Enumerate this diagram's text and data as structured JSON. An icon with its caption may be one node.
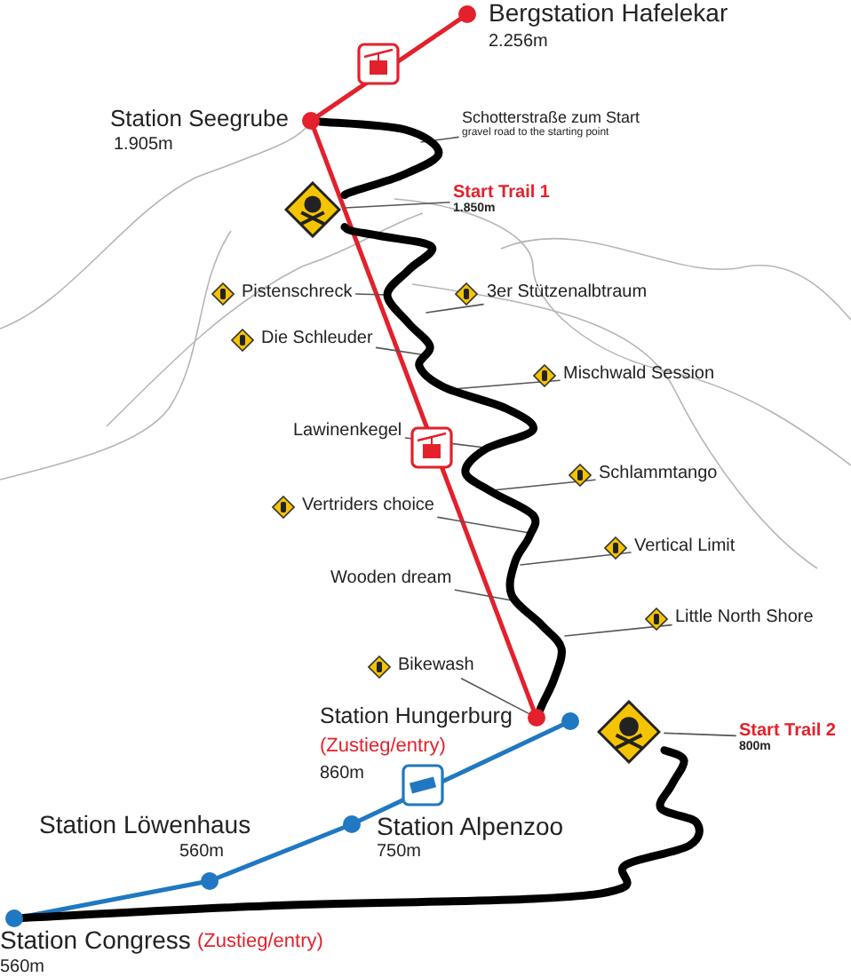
{
  "diagram": {
    "nodes": [
      {
        "text": [],
        "shape": "circle",
        "beside": [
          "Bergstation Hafelekar",
          "2.256m"
        ]
      },
      {
        "text": [],
        "shape": "circle",
        "beside": [
          "Station Seegrube",
          "1.905m"
        ]
      },
      {
        "text": [
          "Schotterstraße zum Start",
          "gravel road to the starting point"
        ]
      },
      {
        "text": [
          "Start Trail 1",
          "1.850m"
        ]
      },
      {
        "text": [],
        "shape": "diamond"
      },
      {
        "text": [
          "Pistenschreck"
        ]
      },
      {
        "text": [
          "3er Stützenalbtraum"
        ]
      },
      {
        "text": [
          "Die Schleuder"
        ]
      },
      {
        "text": [
          "Mischwald Session"
        ]
      },
      {
        "text": [
          "Lawinenkegel"
        ]
      },
      {
        "text": [
          "Schlammtango"
        ]
      },
      {
        "text": [
          "Vertriders choice"
        ]
      },
      {
        "text": [
          "Vertical Limit"
        ]
      },
      {
        "text": [
          "Wooden dream"
        ]
      },
      {
        "text": [
          "Little North Shore"
        ]
      },
      {
        "text": [
          "Bikewash"
        ]
      },
      {
        "text": [],
        "shape": "circle",
        "beside": [
          "Station Hungerburg",
          "(Zustieg/entry)",
          "860m"
        ]
      },
      {
        "text": [],
        "shape": "circle"
      },
      {
        "text": [],
        "shape": "diamond"
      },
      {
        "text": [
          "Start Trail 2",
          "800m"
        ]
      },
      {
        "text": [],
        "shape": "circle",
        "beside": [
          "Station Alpenzoo",
          "750m"
        ]
      },
      {
        "text": [],
        "shape": "circle",
        "beside": [
          "Station Löwenhaus",
          "560m"
        ]
      },
      {
        "text": [],
        "shape": "circle",
        "beside": [
          "Station Congress",
          "(Zustieg/entry)",
          "560m"
        ]
      }
    ],
    "edges": [
      {
        "from": 0,
        "to": 1,
        "arrow": "none",
        "style": "thick",
        "color": "#e3202b"
      },
      {
        "from": 1,
        "to": 16,
        "arrow": "none",
        "style": "thick",
        "color": "#e3202b"
      },
      {
        "from": 17,
        "to": 20,
        "arrow": "none",
        "style": "thick",
        "color": "#1f78c1"
      },
      {
        "from": 20,
        "to": 21,
        "arrow": "none",
        "style": "thick",
        "color": "#1f78c1"
      },
      {
        "from": 21,
        "to": 22,
        "arrow": "none",
        "style": "thick",
        "color": "#1f78c1"
      },
      {
        "from": 2,
        "to": null,
        "arrow": "none"
      },
      {
        "from": 3,
        "to": 4,
        "arrow": "none"
      },
      {
        "from": 5,
        "to": null,
        "arrow": "none"
      },
      {
        "from": 6,
        "to": null,
        "arrow": "none"
      },
      {
        "from": 7,
        "to": null,
        "arrow": "none"
      },
      {
        "from": 8,
        "to": null,
        "arrow": "none"
      },
      {
        "from": 9,
        "to": null,
        "arrow": "none"
      },
      {
        "from": 10,
        "to": null,
        "arrow": "none"
      },
      {
        "from": 11,
        "to": null,
        "arrow": "none"
      },
      {
        "from": 12,
        "to": null,
        "arrow": "none"
      },
      {
        "from": 13,
        "to": null,
        "arrow": "none"
      },
      {
        "from": 14,
        "to": null,
        "arrow": "none"
      },
      {
        "from": 15,
        "to": 16,
        "arrow": "none"
      },
      {
        "from": 19,
        "to": 18,
        "arrow": "none"
      },
      {
        "from": 1,
        "to": 4,
        "arrow": "none",
        "style": "thick",
        "color": "#000000"
      },
      {
        "from": 4,
        "to": 16,
        "arrow": "none",
        "style": "thick",
        "color": "#000000"
      },
      {
        "from": 18,
        "to": 22,
        "arrow": "none",
        "style": "thick",
        "color": "#000000"
      }
    ]
  }
}
